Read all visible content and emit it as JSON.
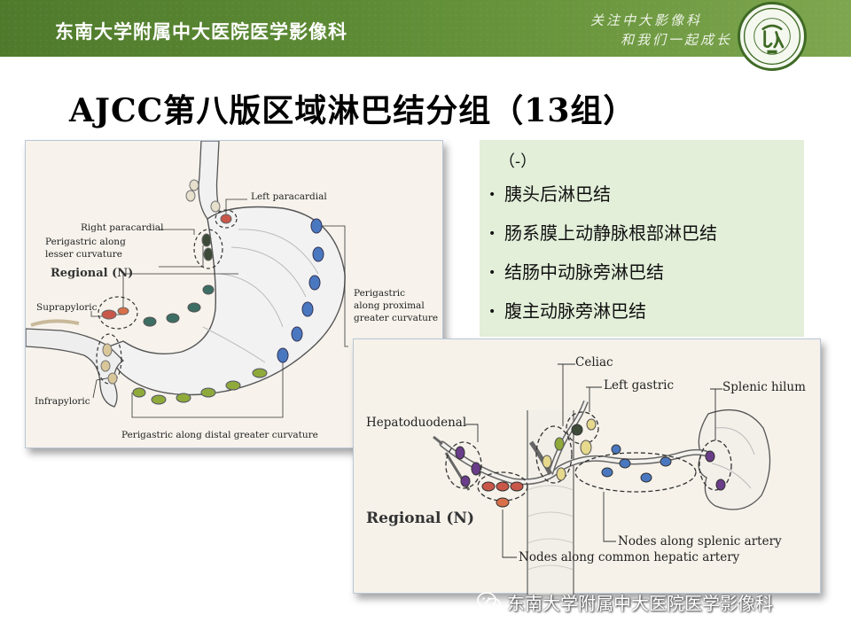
{
  "header": {
    "department": "东南大学附属中大医院医学影像科",
    "slogan_line1": "关注中大影像科",
    "slogan_line2": "和我们一起成长",
    "logo_icon": "hospital-seal-icon"
  },
  "title": "AJCC第八版区域淋巴结分组（13组）",
  "left_figure": {
    "labels": {
      "left_paracardial": "Left paracardial",
      "right_paracardial": "Right paracardial",
      "perigastric_lesser_1": "Perigastric along",
      "perigastric_lesser_2": "lesser curvature",
      "regional": "Regional (N)",
      "suprapyloric": "Suprapyloric",
      "perigastric_proximal_1": "Perigastric",
      "perigastric_proximal_2": "along proximal",
      "perigastric_proximal_3": "greater curvature",
      "infrapyloric": "Infrapyloric",
      "perigastric_distal": "Perigastric along distal greater curvature"
    }
  },
  "list": {
    "subtitle": "（-）",
    "items": [
      "胰头后淋巴结",
      "肠系膜上动静脉根部淋巴结",
      "结肠中动脉旁淋巴结",
      "腹主动脉旁淋巴结"
    ]
  },
  "right_figure": {
    "labels": {
      "celiac": "Celiac",
      "left_gastric": "Left gastric",
      "splenic_hilum": "Splenic hilum",
      "hepatoduodenal": "Hepatoduodenal",
      "regional": "Regional (N)",
      "splenic_artery": "Nodes along splenic artery",
      "common_hepatic": "Nodes along common hepatic artery"
    }
  },
  "watermark": {
    "text": "东南大学附属中大医院医学影像科",
    "icon": "wechat-icon"
  },
  "colors": {
    "banner": "#5c8a34",
    "list_bg": "#e3efd9",
    "node_blue": "#4a78c0",
    "node_green": "#8faa3a",
    "node_teal": "#3d6e64",
    "node_red": "#c8574a",
    "node_purple": "#6a3d8a"
  }
}
